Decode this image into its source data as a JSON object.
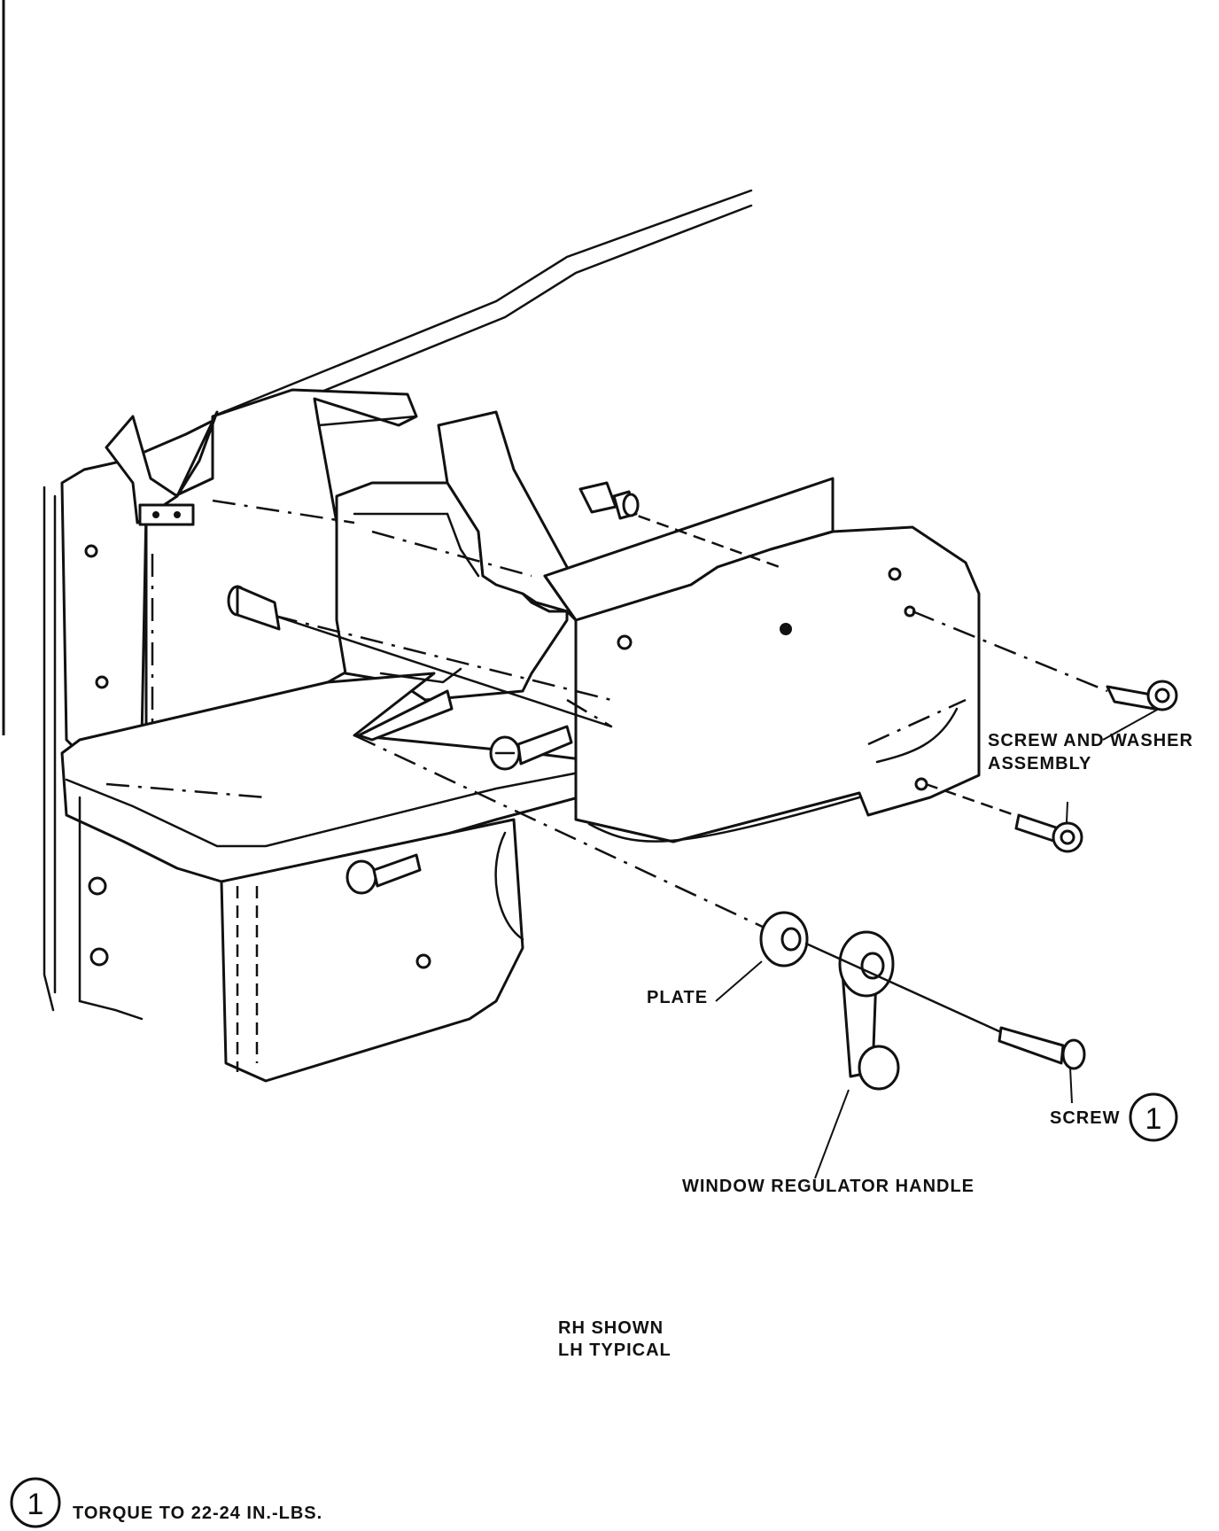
{
  "callouts": {
    "screw_washer_line1": "SCREW AND WASHER",
    "screw_washer_line2": "ASSEMBLY",
    "plate": "PLATE",
    "screw": "SCREW",
    "screw_ref": "1",
    "handle": "WINDOW REGULATOR HANDLE"
  },
  "view_note": {
    "line1": "RH SHOWN",
    "line2": "LH TYPICAL"
  },
  "footnote": {
    "ref": "1",
    "text": "TORQUE TO 22-24 IN.-LBS."
  }
}
